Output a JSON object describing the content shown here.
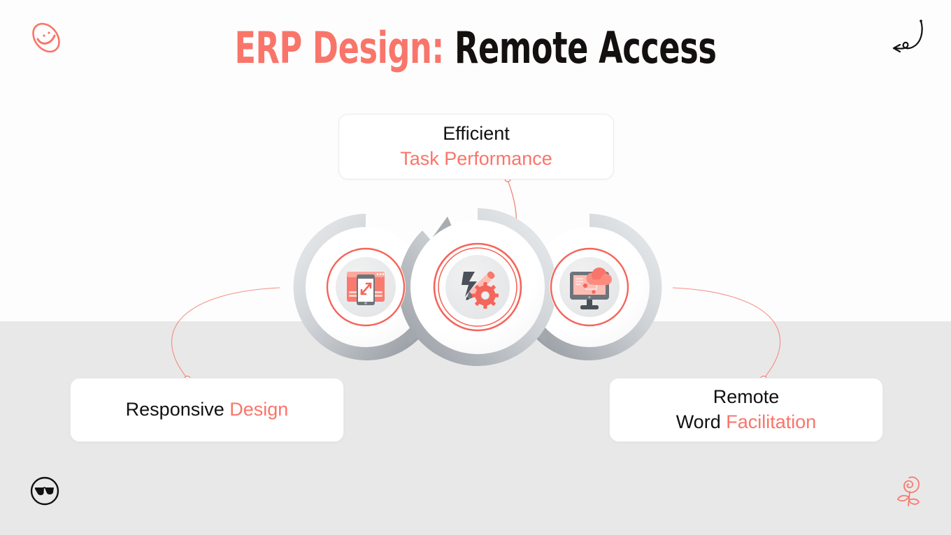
{
  "slide": {
    "background_top": "#fdfdfd",
    "background_bottom": "#e8e8e8",
    "accent_color": "#f9756a",
    "text_color": "#111111"
  },
  "title": {
    "accent_part": "ERP Design:",
    "dark_part": "Remote Access",
    "full": "ERP Design: Remote Access"
  },
  "cards": {
    "top": {
      "line1": "Efficient",
      "line2": "Task Performance",
      "line1_color": "#111111",
      "line2_color": "#f9756a"
    },
    "left": {
      "line1_dark": "Responsive",
      "line1_accent": "Design",
      "line2": ""
    },
    "right": {
      "line1": "Remote",
      "line2_dark": "Word",
      "line2_accent": "Facilitation"
    }
  },
  "cycle": {
    "badges": [
      {
        "id": "badge-responsive-design",
        "icon": "responsive-layout-icon",
        "label": "Responsive Design"
      },
      {
        "id": "badge-efficient-task-performance",
        "icon": "bolt-pencil-gear-icon",
        "label": "Efficient Task Performance"
      },
      {
        "id": "badge-remote-work",
        "icon": "monitor-cloud-icon",
        "label": "Remote Word Facilitation"
      }
    ],
    "arrow_color_start": "#d7d9dc",
    "arrow_color_end": "#9aa0a6",
    "ring_color": "#f4655a"
  },
  "doodles": {
    "top_left": {
      "name": "smiley-oval-doodle",
      "color": "#f9756a"
    },
    "top_right": {
      "name": "curved-arrow-doodle",
      "color": "#111111"
    },
    "bottom_left": {
      "name": "sunglasses-face-doodle",
      "color": "#111111"
    },
    "bottom_right": {
      "name": "rose-doodle",
      "color": "#f9756a"
    }
  }
}
